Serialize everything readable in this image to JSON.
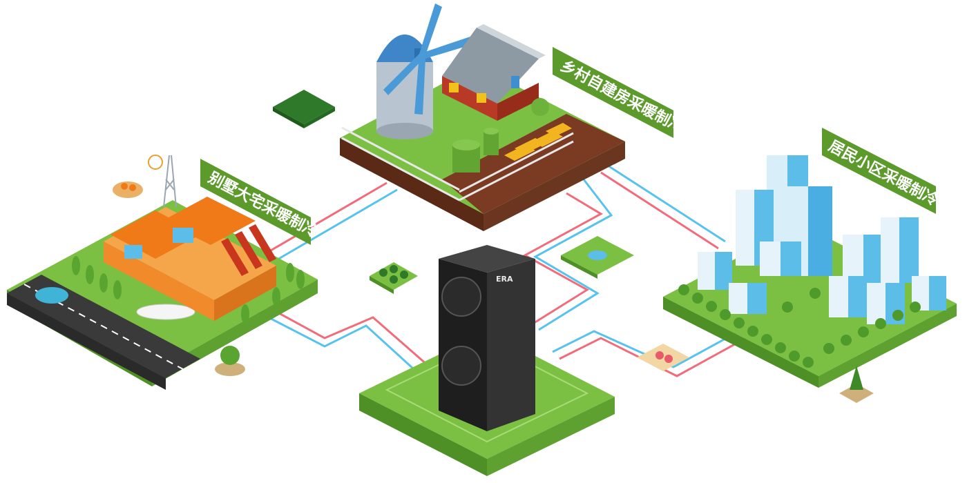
{
  "labels": {
    "villa": "别墅大宅采暖制冷",
    "rural": "乡村自建房采暖制冷",
    "community": "居民小区采暖制冷"
  },
  "unit": {
    "brand": "ERA"
  },
  "colors": {
    "grass": "#7cc043",
    "grass_light": "#9bd25c",
    "grass_side": "#4e8f26",
    "soil": "#7a3b22",
    "label_bg": "#5b9a2b",
    "pipe_hot": "#f26b7a",
    "pipe_cold": "#55c3ee",
    "unit_body": "#2a2a2a",
    "road": "#3a3a3a"
  }
}
